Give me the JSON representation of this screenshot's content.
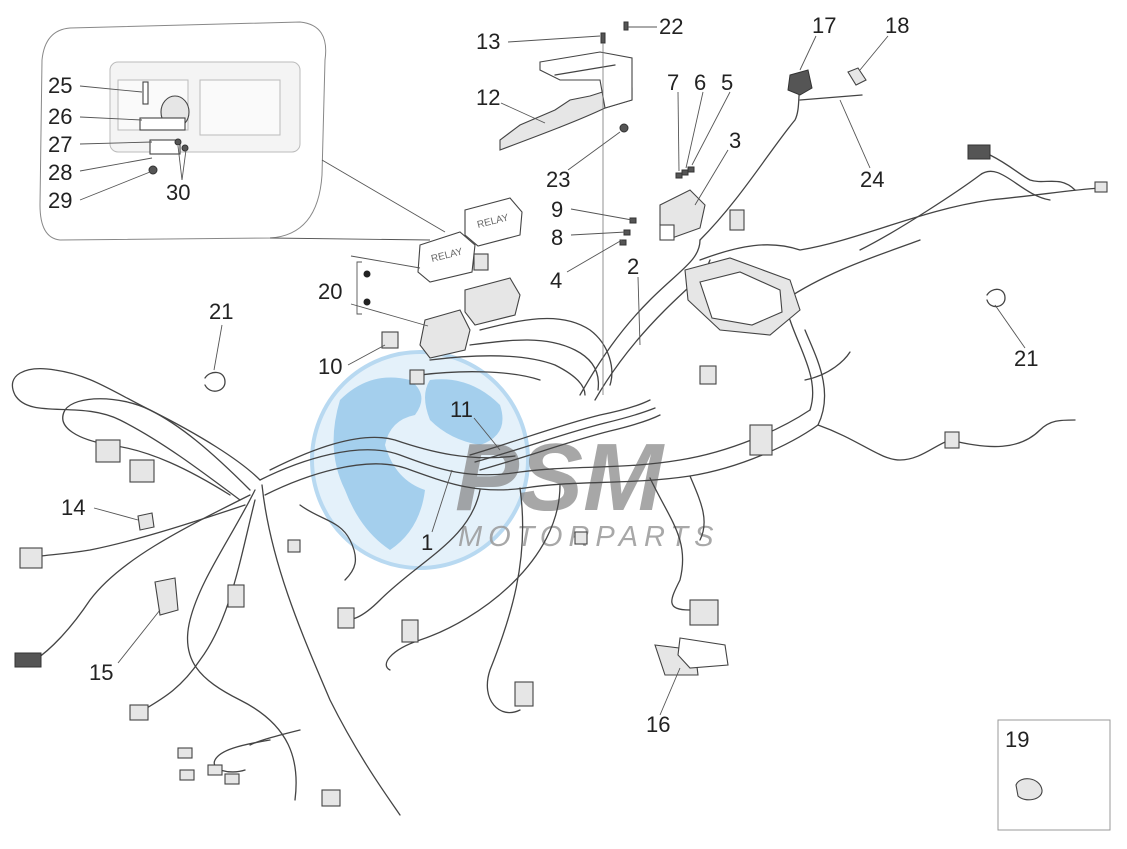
{
  "diagram": {
    "callouts": [
      {
        "id": "c1",
        "label": "1"
      },
      {
        "id": "c2",
        "label": "2"
      },
      {
        "id": "c3",
        "label": "3"
      },
      {
        "id": "c4",
        "label": "4"
      },
      {
        "id": "c5",
        "label": "5"
      },
      {
        "id": "c6",
        "label": "6"
      },
      {
        "id": "c7",
        "label": "7"
      },
      {
        "id": "c8",
        "label": "8"
      },
      {
        "id": "c9",
        "label": "9"
      },
      {
        "id": "c10",
        "label": "10"
      },
      {
        "id": "c11",
        "label": "11"
      },
      {
        "id": "c12",
        "label": "12"
      },
      {
        "id": "c13",
        "label": "13"
      },
      {
        "id": "c14",
        "label": "14"
      },
      {
        "id": "c15",
        "label": "15"
      },
      {
        "id": "c16",
        "label": "16"
      },
      {
        "id": "c17",
        "label": "17"
      },
      {
        "id": "c18",
        "label": "18"
      },
      {
        "id": "c19",
        "label": "19"
      },
      {
        "id": "c20",
        "label": "20"
      },
      {
        "id": "c21a",
        "label": "21"
      },
      {
        "id": "c21b",
        "label": "21"
      },
      {
        "id": "c22",
        "label": "22"
      },
      {
        "id": "c23",
        "label": "23"
      },
      {
        "id": "c24",
        "label": "24"
      },
      {
        "id": "c25",
        "label": "25"
      },
      {
        "id": "c26",
        "label": "26"
      },
      {
        "id": "c27",
        "label": "27"
      },
      {
        "id": "c28",
        "label": "28"
      },
      {
        "id": "c29",
        "label": "29"
      },
      {
        "id": "c30",
        "label": "30"
      }
    ],
    "relay_text": "RELAY"
  },
  "watermark": {
    "brand": "PSM",
    "tagline": "MOTORPARTS",
    "color_globe": "#3a9ad9",
    "color_text": "#8a8a8a"
  }
}
